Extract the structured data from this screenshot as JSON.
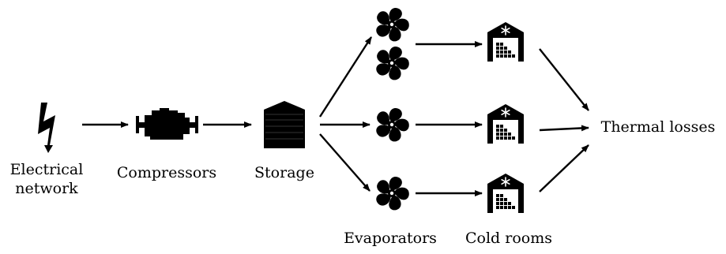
{
  "labels": {
    "electrical_line1": "Electrical",
    "electrical_line2": "network",
    "compressors": "Compressors",
    "storage": "Storage",
    "thermal_losses": "Thermal losses",
    "evaporators": "Evaporators",
    "cold_rooms": "Cold rooms"
  },
  "colors": {
    "ink": "#000000",
    "background": "#ffffff"
  },
  "icons": [
    "lightning-bolt-icon",
    "engine-icon",
    "silo-icon",
    "fan-icon",
    "cold-storage-warehouse-icon"
  ]
}
